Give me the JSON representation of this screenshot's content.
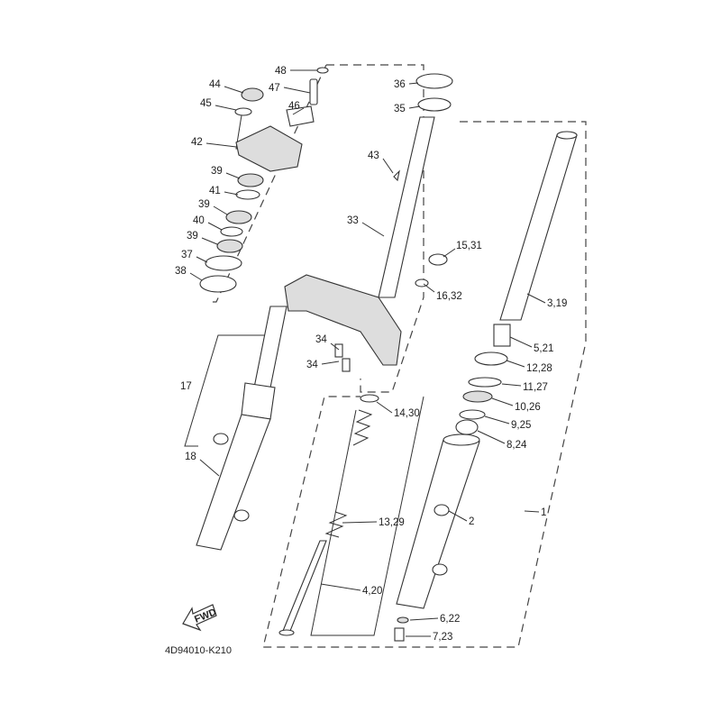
{
  "diagram_code": "4D94010-K210",
  "fwd_label": "FWD",
  "labels": [
    "48",
    "47",
    "46",
    "44",
    "45",
    "42",
    "39",
    "41",
    "39",
    "40",
    "39",
    "37",
    "38",
    "36",
    "35",
    "43",
    "33",
    "15,31",
    "16,32",
    "3,19",
    "5,21",
    "12,28",
    "11,27",
    "10,26",
    "9,25",
    "8,24",
    "34",
    "34",
    "17",
    "18",
    "14,30",
    "13,29",
    "4,20",
    "2",
    "1",
    "6,22",
    "7,23"
  ]
}
